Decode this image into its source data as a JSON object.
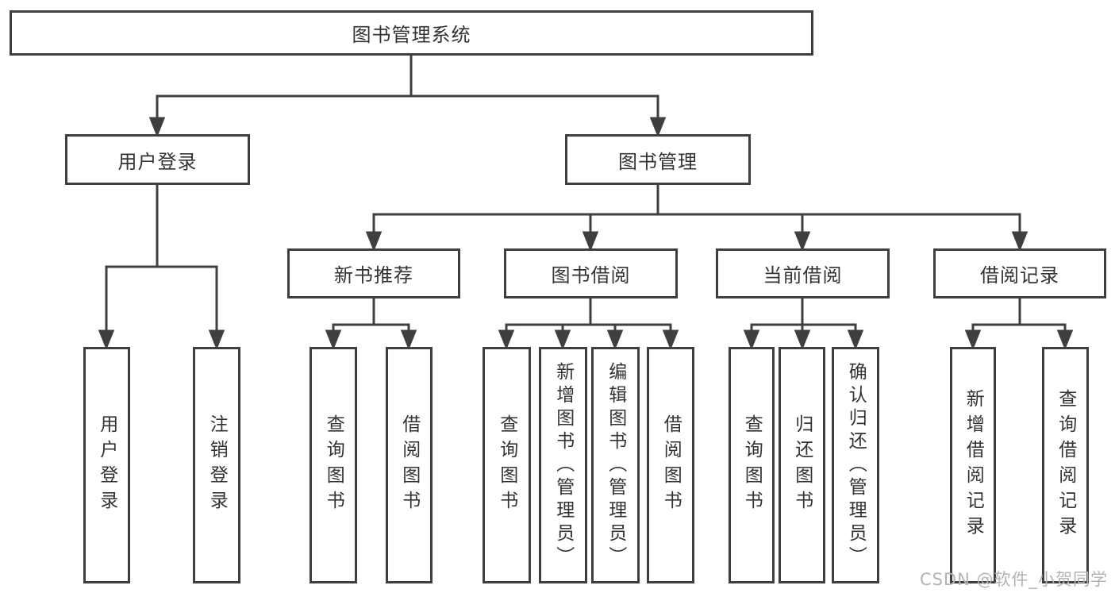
{
  "diagram": {
    "root": {
      "label": "图书管理系统"
    },
    "branches": [
      {
        "label": "用户登录",
        "children": [
          {
            "label": "用户登录"
          },
          {
            "label": "注销登录"
          }
        ]
      },
      {
        "label": "图书管理",
        "children": [
          {
            "label": "新书推荐",
            "children": [
              {
                "label": "查询图书"
              },
              {
                "label": "借阅图书"
              }
            ]
          },
          {
            "label": "图书借阅",
            "children": [
              {
                "label": "查询图书"
              },
              {
                "label": "新增图书（管理员）"
              },
              {
                "label": "编辑图书（管理员）"
              },
              {
                "label": "借阅图书"
              }
            ]
          },
          {
            "label": "当前借阅",
            "children": [
              {
                "label": "查询图书"
              },
              {
                "label": "归还图书"
              },
              {
                "label": "确认归还（管理员）"
              }
            ]
          },
          {
            "label": "借阅记录",
            "children": [
              {
                "label": "新增借阅记录"
              },
              {
                "label": "查询借阅记录"
              }
            ]
          }
        ]
      }
    ]
  },
  "watermark": {
    "text": "CSDN @软件_小贺同学"
  },
  "colors": {
    "line": "#3f3f3f",
    "border": "#3f3f3f",
    "text": "#333333",
    "watermark": "#b3b3b3",
    "background": "#ffffff"
  }
}
